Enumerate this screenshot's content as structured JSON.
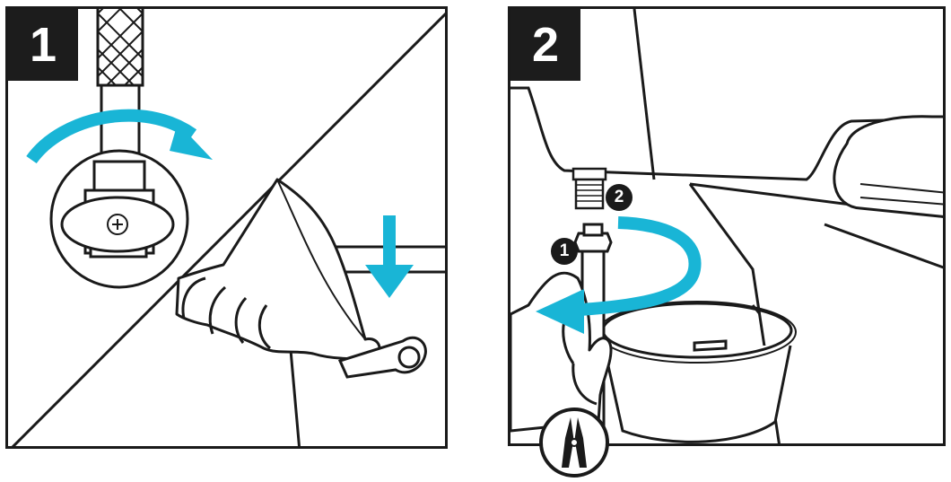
{
  "steps": [
    {
      "number": "1"
    },
    {
      "number": "2",
      "markers": [
        "1",
        "2"
      ]
    }
  ],
  "icons": {
    "rotate_valve_arrow": "curved-arrow-clockwise",
    "flush_down_arrow": "down-arrow",
    "unscrew_arrow": "circular-arrow-counterclockwise",
    "tool": "pliers-icon"
  },
  "colors": {
    "accent": "#19b5d6",
    "ink": "#1a1a1a",
    "badge": "#1c1c1c"
  }
}
